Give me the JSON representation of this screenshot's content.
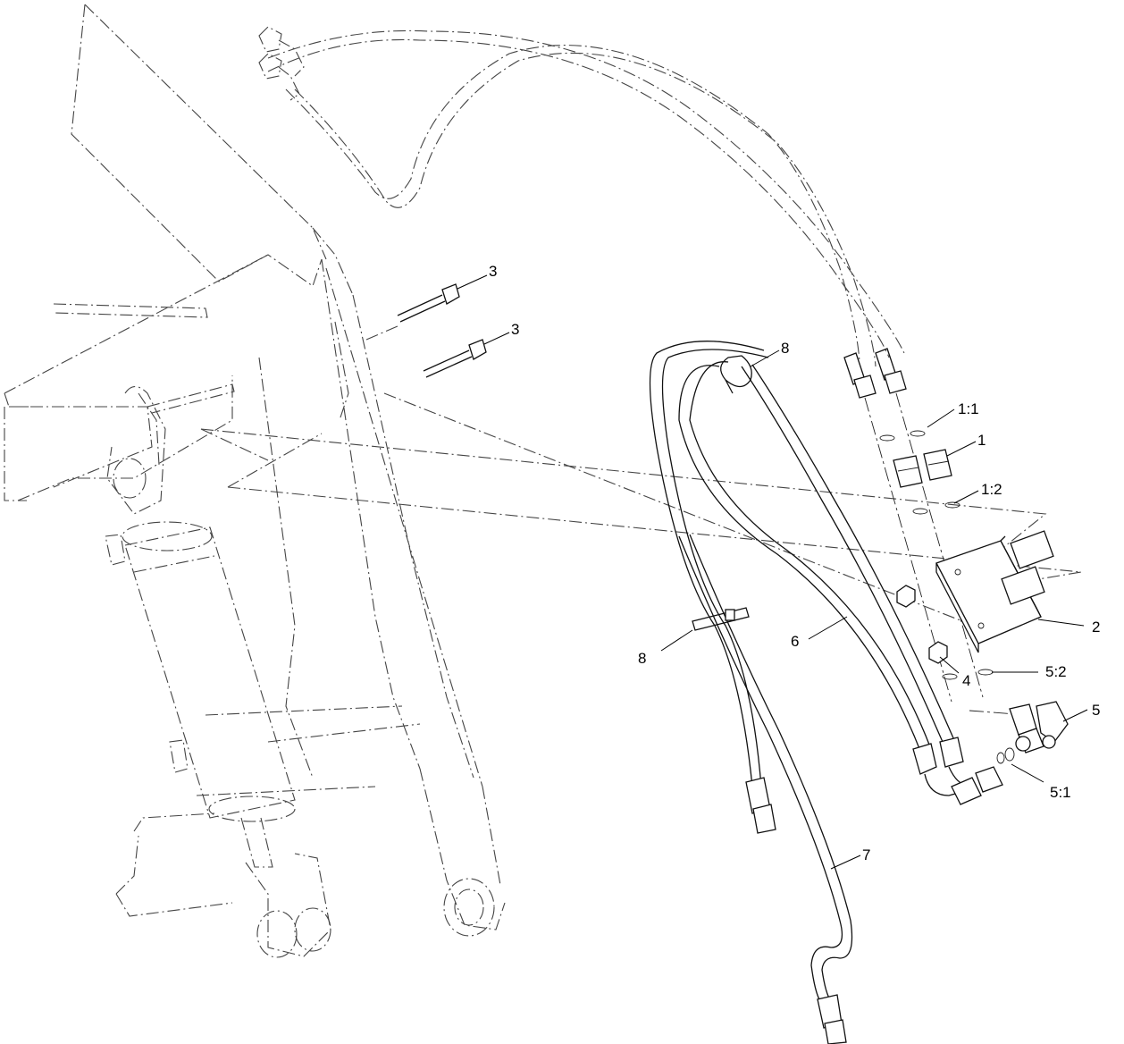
{
  "callouts": {
    "c1": "1",
    "c1_1": "1:1",
    "c1_2": "1:2",
    "c2": "2",
    "c3a": "3",
    "c3b": "3",
    "c4": "4",
    "c5": "5",
    "c5_1": "5:1",
    "c5_2": "5:2",
    "c6": "6",
    "c7": "7",
    "c8a": "8",
    "c8b": "8"
  }
}
